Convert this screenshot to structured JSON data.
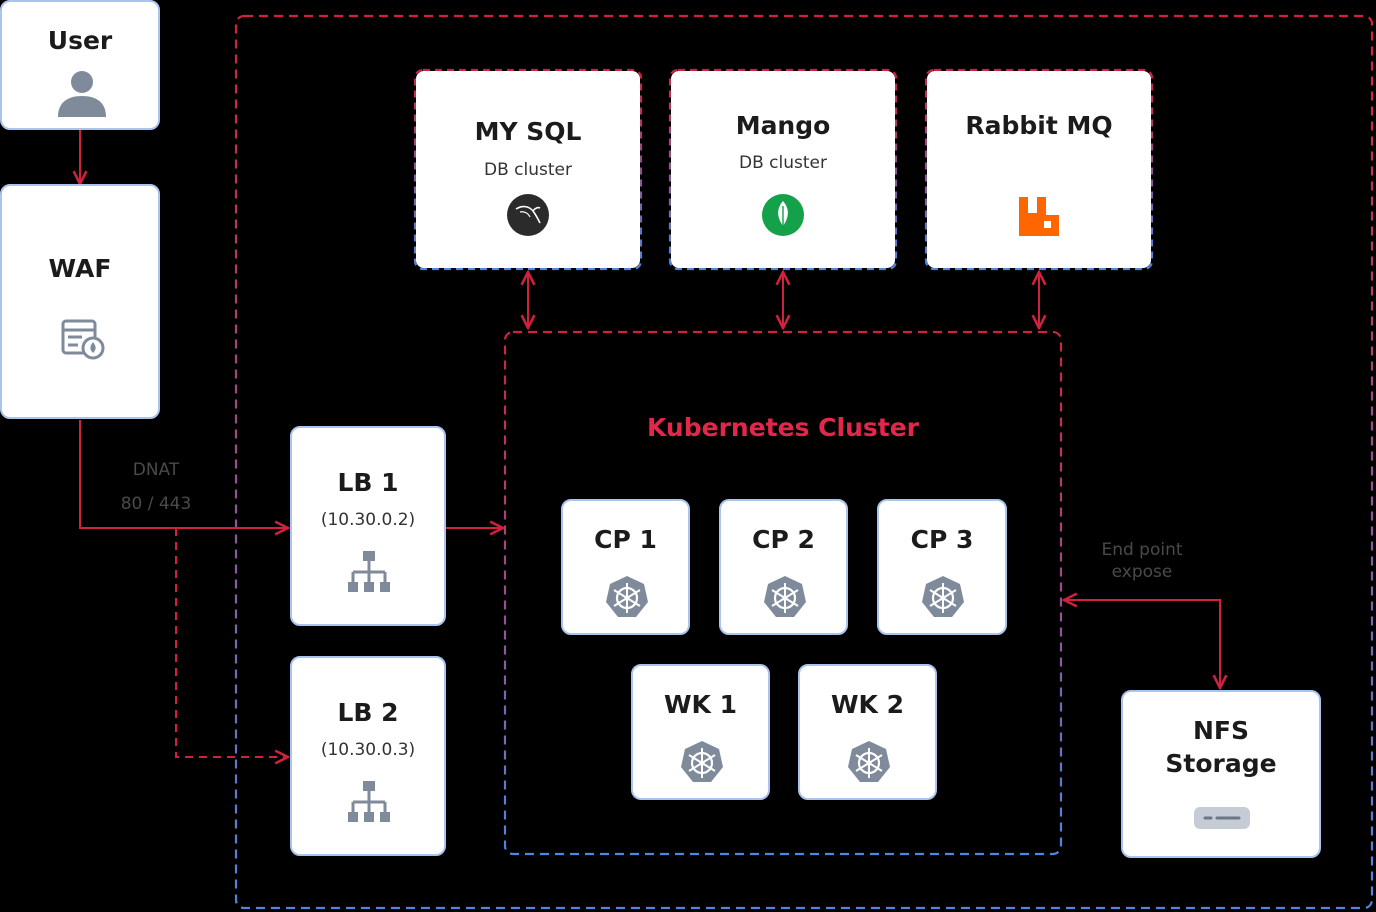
{
  "user": {
    "label": "User"
  },
  "waf": {
    "label": "WAF"
  },
  "dnat": {
    "label": "DNAT",
    "ports": "80 / 443"
  },
  "lb1": {
    "name": "LB 1",
    "ip": "(10.30.0.2)"
  },
  "lb2": {
    "name": "LB 2",
    "ip": "(10.30.0.3)"
  },
  "services": [
    {
      "name": "MY SQL",
      "subtitle": "DB cluster"
    },
    {
      "name": "Mango",
      "subtitle": "DB cluster"
    },
    {
      "name": "Rabbit MQ"
    }
  ],
  "cluster": {
    "title": "Kubernetes Cluster"
  },
  "nodes": [
    {
      "name": "CP 1"
    },
    {
      "name": "CP 2"
    },
    {
      "name": "CP 3"
    },
    {
      "name": "WK 1"
    },
    {
      "name": "WK 2"
    }
  ],
  "endpoint": {
    "line1": "End point",
    "line2": "expose"
  },
  "nfs": {
    "line1": "NFS",
    "line2": "Storage"
  },
  "colors": {
    "red": "#d0213f",
    "blue": "#5c86d8",
    "box_border": "#a9c4ee",
    "icon_gray": "#7f8a9b"
  },
  "icons": [
    "user-icon",
    "waf-icon",
    "network-tree-icon",
    "mysql-icon",
    "mongodb-icon",
    "rabbitmq-icon",
    "kubernetes-icon",
    "storage-icon"
  ]
}
